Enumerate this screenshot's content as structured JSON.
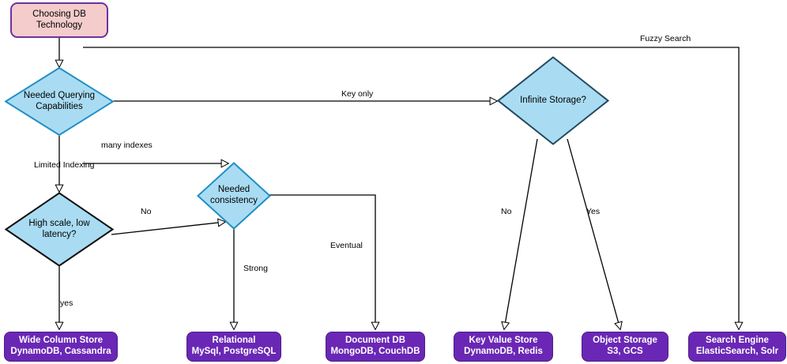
{
  "diagram": {
    "title": "Choosing DB Technology decision flowchart",
    "colors": {
      "start_fill": "#f4cccc",
      "start_border": "#7030a0",
      "decision_fill": "#a9dcf3",
      "decision_border_blue": "#1f8fc4",
      "decision_border_dark": "#1a1a1a",
      "result_fill": "#6a27b5",
      "result_text": "#ffffff",
      "edge_stroke": "#000000",
      "canvas_bg": "#ffffff"
    }
  },
  "nodes": {
    "start": {
      "label": "Choosing DB\nTechnology"
    },
    "needed_querying": {
      "label": "Needed Querying\nCapabilities"
    },
    "infinite_storage": {
      "label": "Infinite Storage?"
    },
    "high_scale": {
      "label": "High scale, low\nlatency?"
    },
    "needed_consistency": {
      "label": "Needed\nconsistency"
    }
  },
  "results": [
    {
      "id": "wide-column-store",
      "title": "Wide Column Store",
      "examples": "DynamoDB, Cassandra"
    },
    {
      "id": "relational",
      "title": "Relational",
      "examples": "MySql, PostgreSQL"
    },
    {
      "id": "document-db",
      "title": "Document DB",
      "examples": "MongoDB, CouchDB"
    },
    {
      "id": "key-value-store",
      "title": "Key Value Store",
      "examples": "DynamoDB, Redis"
    },
    {
      "id": "object-storage",
      "title": "Object Storage",
      "examples": "S3, GCS"
    },
    {
      "id": "search-engine",
      "title": "Search Engine",
      "examples": "ElasticSearch, Solr"
    }
  ],
  "edge_labels": {
    "fuzzy_search": "Fuzzy Search",
    "key_only": "Key only",
    "many_indexes": "many indexes",
    "limited_indexing": "Limited Indexing",
    "no_high_scale": "No",
    "yes_high_scale": "yes",
    "strong": "Strong",
    "eventual": "Eventual",
    "storage_no": "No",
    "storage_yes": "Yes"
  }
}
